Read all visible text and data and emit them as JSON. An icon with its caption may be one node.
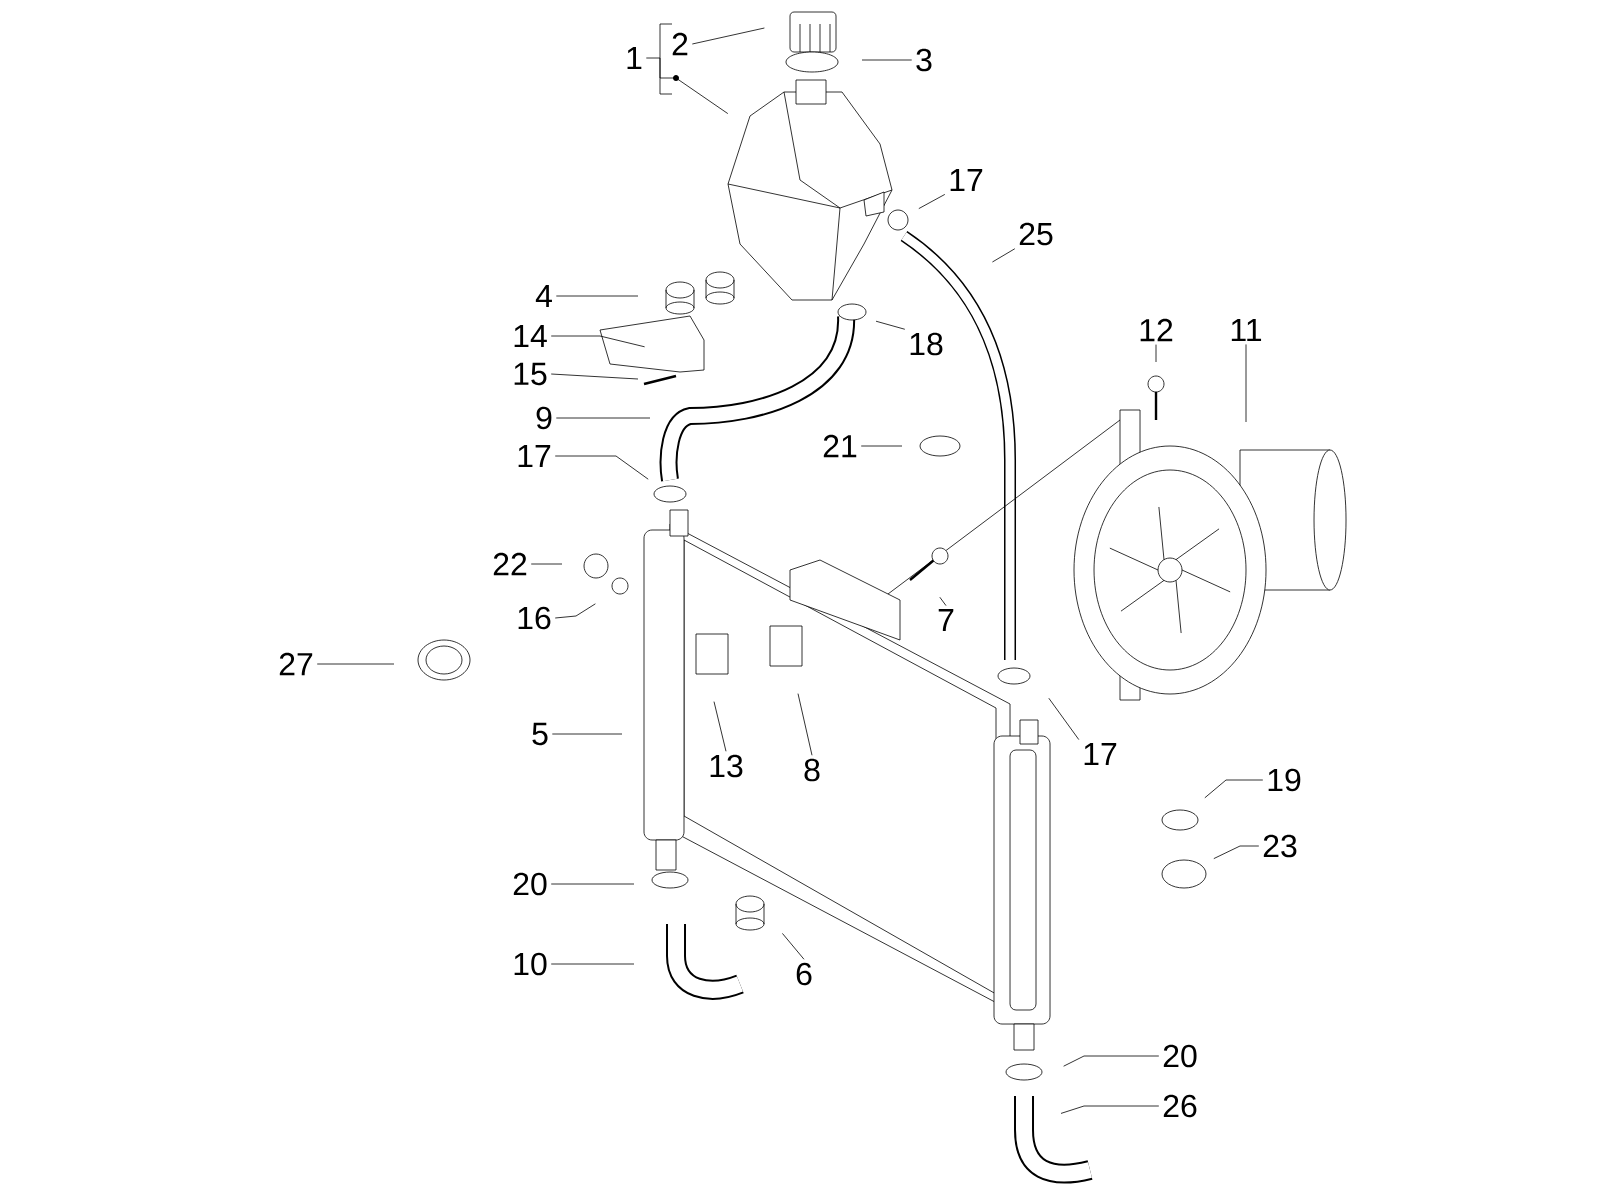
{
  "diagram": {
    "nodes": [
      {
        "text": [
          "1"
        ]
      },
      {
        "text": [
          "2"
        ]
      },
      {
        "text": [
          "3"
        ]
      },
      {
        "text": [
          "17"
        ]
      },
      {
        "text": [
          "25"
        ]
      },
      {
        "text": [
          "4"
        ]
      },
      {
        "text": [
          "11"
        ]
      },
      {
        "text": [
          "12"
        ]
      },
      {
        "text": [
          "14"
        ]
      },
      {
        "text": [
          "18"
        ]
      },
      {
        "text": [
          "15"
        ]
      },
      {
        "text": [
          "9"
        ]
      },
      {
        "text": [
          "21"
        ]
      },
      {
        "text": [
          "17"
        ]
      },
      {
        "text": [
          "22"
        ]
      },
      {
        "text": [
          "16"
        ]
      },
      {
        "text": [
          "7"
        ]
      },
      {
        "text": [
          "27"
        ]
      },
      {
        "text": [
          "5"
        ]
      },
      {
        "text": [
          "17"
        ]
      },
      {
        "text": [
          "13"
        ]
      },
      {
        "text": [
          "8"
        ]
      },
      {
        "text": [
          "19"
        ]
      },
      {
        "text": [
          "23"
        ]
      },
      {
        "text": [
          "20"
        ]
      },
      {
        "text": [
          "10"
        ]
      },
      {
        "text": [
          "6"
        ]
      },
      {
        "text": [
          "20"
        ]
      },
      {
        "text": [
          "26"
        ]
      }
    ],
    "edges": [
      {
        "from": 0,
        "to": null,
        "arrow": "none"
      },
      {
        "from": 1,
        "to": null,
        "arrow": "none"
      },
      {
        "from": 2,
        "to": null,
        "arrow": "none"
      },
      {
        "from": 3,
        "to": null,
        "arrow": "none"
      },
      {
        "from": 4,
        "to": null,
        "arrow": "none"
      },
      {
        "from": 5,
        "to": null,
        "arrow": "none"
      },
      {
        "from": 6,
        "to": null,
        "arrow": "none"
      },
      {
        "from": 7,
        "to": null,
        "arrow": "none"
      },
      {
        "from": 8,
        "to": null,
        "arrow": "none"
      },
      {
        "from": 9,
        "to": null,
        "arrow": "none"
      },
      {
        "from": 10,
        "to": null,
        "arrow": "none"
      },
      {
        "from": 11,
        "to": null,
        "arrow": "none"
      },
      {
        "from": 12,
        "to": null,
        "arrow": "none"
      },
      {
        "from": 13,
        "to": null,
        "arrow": "none"
      },
      {
        "from": 14,
        "to": null,
        "arrow": "none"
      },
      {
        "from": 15,
        "to": null,
        "arrow": "none"
      },
      {
        "from": 16,
        "to": null,
        "arrow": "none"
      },
      {
        "from": 17,
        "to": null,
        "arrow": "none"
      },
      {
        "from": 18,
        "to": null,
        "arrow": "none"
      },
      {
        "from": 19,
        "to": null,
        "arrow": "none"
      },
      {
        "from": 20,
        "to": null,
        "arrow": "none"
      },
      {
        "from": 21,
        "to": null,
        "arrow": "none"
      },
      {
        "from": 22,
        "to": null,
        "arrow": "none"
      },
      {
        "from": 23,
        "to": null,
        "arrow": "none"
      },
      {
        "from": 24,
        "to": null,
        "arrow": "none"
      },
      {
        "from": 25,
        "to": null,
        "arrow": "none"
      },
      {
        "from": 26,
        "to": null,
        "arrow": "none"
      },
      {
        "from": 27,
        "to": null,
        "arrow": "none"
      },
      {
        "from": 28,
        "to": null,
        "arrow": "none"
      }
    ]
  }
}
